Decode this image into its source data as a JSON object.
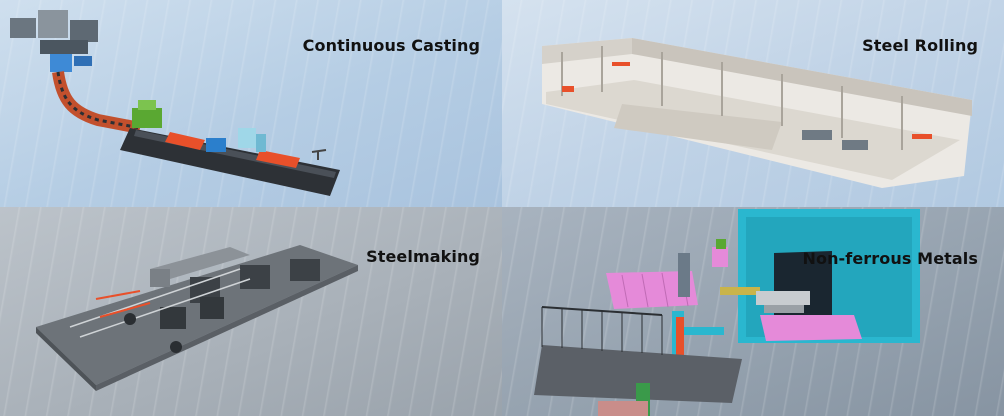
{
  "tiles": [
    {
      "id": "continuous-casting",
      "label": "Continuous Casting"
    },
    {
      "id": "steel-rolling",
      "label": "Steel Rolling"
    },
    {
      "id": "steelmaking",
      "label": "Steelmaking"
    },
    {
      "id": "non-ferrous-metals",
      "label": "Non-ferrous Metals"
    }
  ],
  "colors": {
    "accent_orange": "#e8502a",
    "structure_blue": "#2b7fcc",
    "enclosure_cyan": "#2ab7cf",
    "conveyor_pink": "#e58ad9",
    "frame_green": "#5aa832"
  }
}
